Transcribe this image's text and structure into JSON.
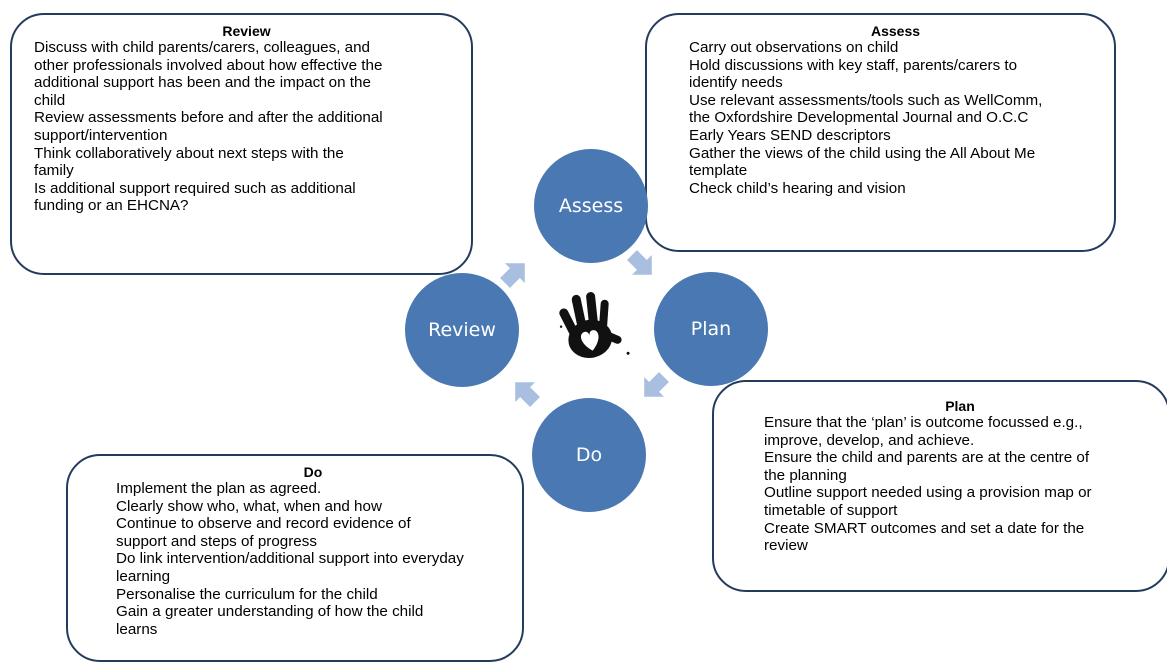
{
  "colors": {
    "circle": "#4a78b3",
    "arrow": "#a9bfe0",
    "box_border": "#243b5e"
  },
  "cycle": {
    "review": "Review",
    "assess": "Assess",
    "plan": "Plan",
    "do": "Do"
  },
  "center_icon": "handprint-heart-icon",
  "boxes": {
    "review": {
      "title": "Review",
      "items": [
        "Discuss with child parents/carers, colleagues, and",
        "other professionals involved about how effective the",
        "additional support has been and the impact on the",
        "child",
        "Review assessments before and after the additional",
        "support/intervention",
        "Think collaboratively about next steps with the",
        "family",
        "Is additional support required such as additional",
        "funding or an EHCNA?"
      ]
    },
    "assess": {
      "title": "Assess",
      "items": [
        "Carry out observations on child",
        "Hold discussions with key staff, parents/carers to",
        "identify needs",
        "Use relevant assessments/tools such as WellComm,",
        "the Oxfordshire Developmental Journal and O.C.C",
        "Early Years SEND descriptors",
        "Gather the views of the child using the All About Me",
        "template",
        "Check child’s hearing and vision"
      ]
    },
    "plan": {
      "title": "Plan",
      "items": [
        "Ensure that the ‘plan’ is outcome focussed e.g.,",
        "improve, develop, and achieve.",
        "Ensure the child and parents are at the centre of",
        "the planning",
        "Outline support needed using a provision map or",
        "timetable of support",
        "Create SMART outcomes and set a date for the",
        "review"
      ]
    },
    "do": {
      "title": "Do",
      "items": [
        "Implement the plan as agreed.",
        "Clearly show who, what, when and how",
        "Continue to observe and record evidence of",
        "support and steps of progress",
        "Do link intervention/additional support into everyday",
        "learning",
        "Personalise the curriculum for the child",
        "Gain a greater understanding of how the child",
        "learns"
      ]
    }
  }
}
